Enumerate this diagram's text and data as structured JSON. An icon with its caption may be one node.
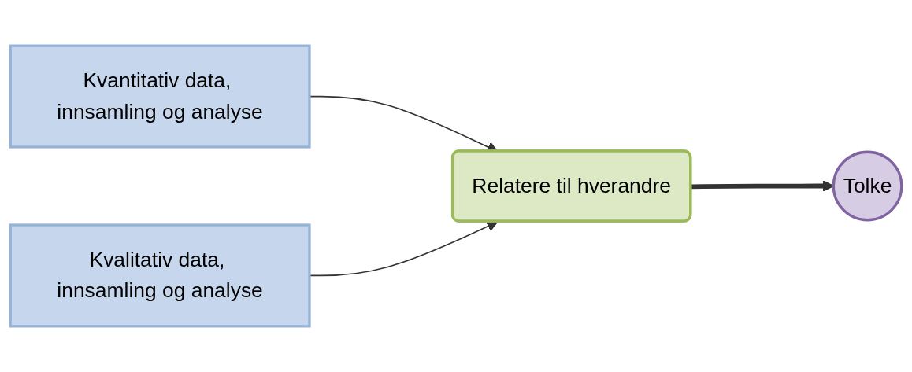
{
  "diagram": {
    "nodes": [
      {
        "text": [
          "Kvantitativ data, innsamling og analyse"
        ]
      },
      {
        "text": [
          "Kvalitativ data, innsamling og analyse"
        ]
      },
      {
        "text": [
          "Relatere til hverandre"
        ]
      },
      {
        "text": [
          "Tolke"
        ]
      }
    ],
    "edges": [
      {
        "from": 0,
        "to": 2,
        "arrow": "to"
      },
      {
        "from": 1,
        "to": 2,
        "arrow": "to"
      },
      {
        "from": 2,
        "to": 3,
        "arrow": "to",
        "style": "thick"
      }
    ]
  }
}
